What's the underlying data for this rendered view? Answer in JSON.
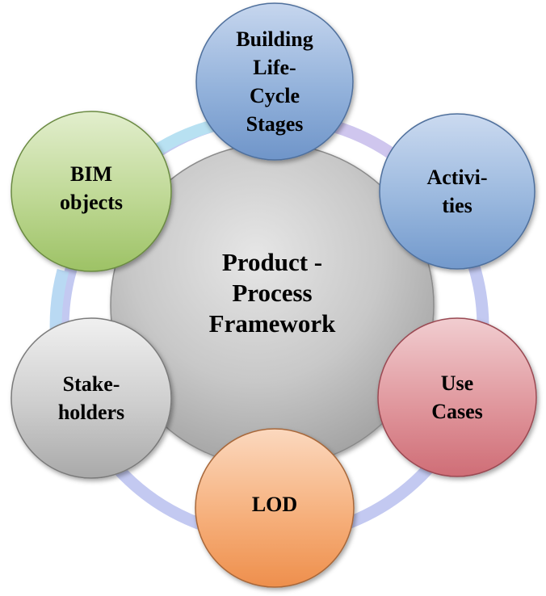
{
  "diagram": {
    "center": {
      "text": "Product -\nProcess\nFramework",
      "fill": "#c9c9c9"
    },
    "ring": {
      "colors": [
        "#b9dff0",
        "#c7c5ef",
        "#b4bdf0"
      ]
    },
    "nodes": [
      {
        "id": "building-life-cycle-stages",
        "text": "Building\nLife-\nCycle\nStages",
        "fill": "#8eaed6"
      },
      {
        "id": "activities",
        "text": "Activi-\nties",
        "fill": "#96b5dc"
      },
      {
        "id": "use-cases",
        "text": "Use\nCases",
        "fill": "#e0969c"
      },
      {
        "id": "lod",
        "text": "LOD",
        "fill": "#f6b07c"
      },
      {
        "id": "stakeholders",
        "text": "Stake-\nholders",
        "fill": "#c9c9c9"
      },
      {
        "id": "bim-objects",
        "text": "BIM\nobjects",
        "fill": "#bed894"
      }
    ]
  }
}
